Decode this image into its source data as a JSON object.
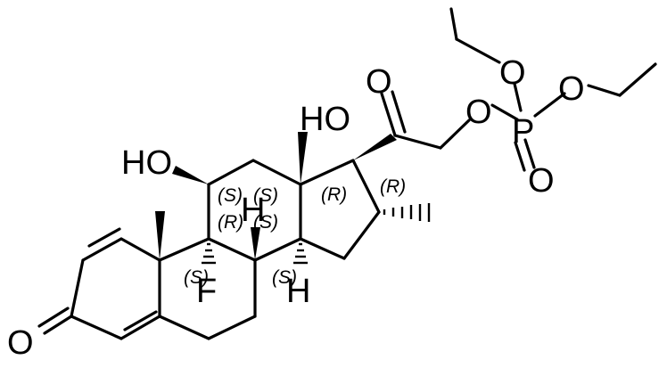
{
  "atoms": {
    "o_keto": "O",
    "ho_17": "HO",
    "ho_11": "HO",
    "f_9": "F",
    "h_8": "H",
    "h_14": "H",
    "o_ester": "O",
    "p": "P",
    "o_eth1": "O",
    "o_eth2": "O",
    "o_p_double": "O",
    "o_3": "O"
  },
  "stereo_labels": {
    "s_9": "(S)",
    "s_14": "(S)",
    "r_17": "(R)",
    "r_16": "(R)",
    "s_11": "(S)",
    "s_13": "(S)",
    "r_8": "(R)",
    "s_10": "(S)"
  }
}
